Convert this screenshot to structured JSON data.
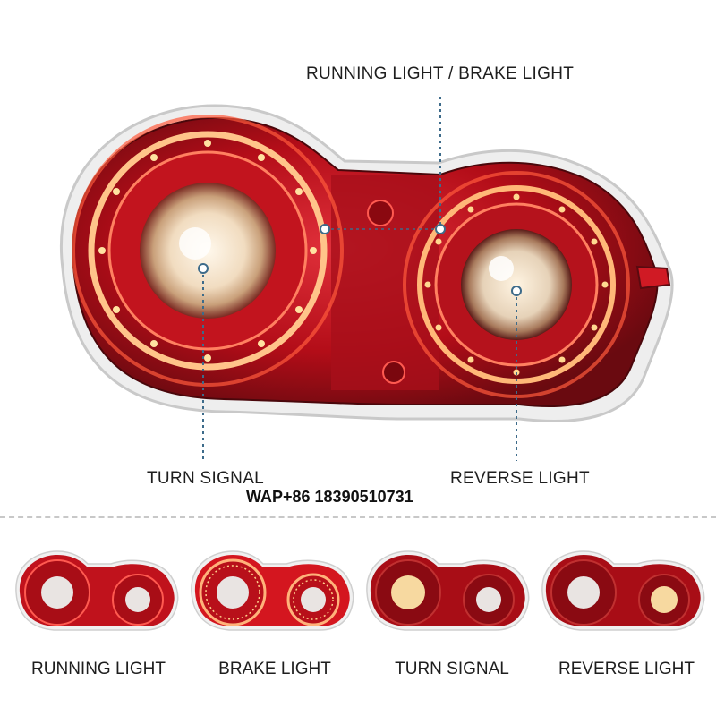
{
  "callouts": {
    "top": "RUNNING LIGHT / BRAKE LIGHT",
    "left": "TURN SIGNAL",
    "right": "REVERSE LIGHT"
  },
  "watermark": "WAP+86 18390510731",
  "thumbnails": [
    {
      "label": "RUNNING LIGHT",
      "mode": "running"
    },
    {
      "label": "BRAKE LIGHT",
      "mode": "brake"
    },
    {
      "label": "TURN SIGNAL",
      "mode": "turn"
    },
    {
      "label": "REVERSE LIGHT",
      "mode": "reverse"
    }
  ],
  "colors": {
    "lens_red": "#c8101e",
    "dark_red": "#6a0a10",
    "chrome": "#e6e6e6",
    "amber_glow": "#ffcf7a",
    "callout_line": "#3d6b8a"
  }
}
